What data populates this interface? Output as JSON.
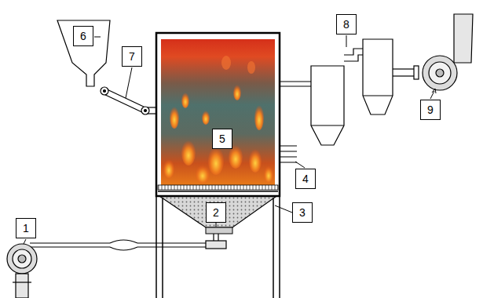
{
  "diagram": {
    "nodes": [
      {
        "text": [
          "8"
        ]
      },
      {
        "text": [
          "6"
        ]
      },
      {
        "text": [
          "7"
        ]
      },
      {
        "text": [
          "9"
        ]
      },
      {
        "text": [
          "5"
        ]
      },
      {
        "text": [
          "4"
        ]
      },
      {
        "text": [
          "3"
        ]
      },
      {
        "text": [
          "2"
        ]
      },
      {
        "text": [
          "1"
        ]
      }
    ]
  }
}
